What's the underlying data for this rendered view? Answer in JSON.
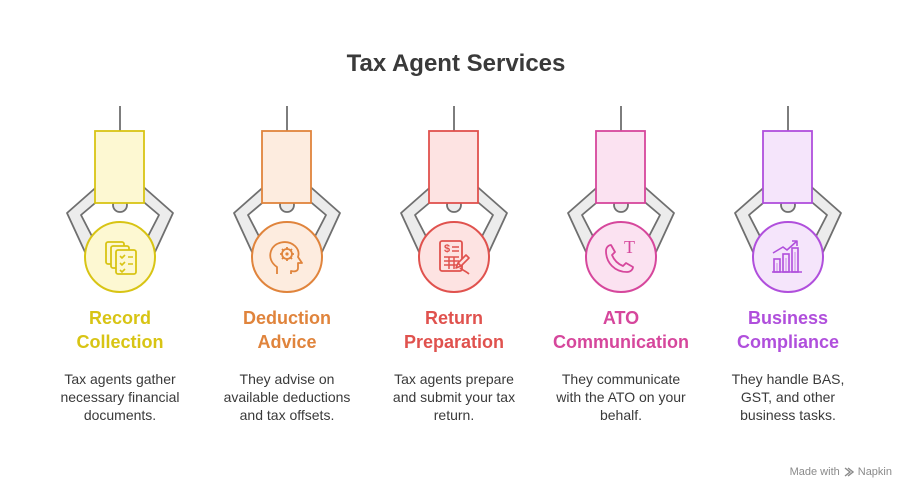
{
  "title": "Tax Agent Services",
  "footer": {
    "made_with": "Made with",
    "brand": "Napkin",
    "icon": "napkin-logo-icon"
  },
  "items": [
    {
      "heading_line1": "Record",
      "heading_line2": "Collection",
      "desc_line1": "Tax agents gather",
      "desc_line2": "necessary financial",
      "desc_line3": "documents.",
      "icon": "checklist-documents-icon",
      "color": "#d8c414",
      "fill": "#fdf8d2"
    },
    {
      "heading_line1": "Deduction",
      "heading_line2": "Advice",
      "desc_line1": "They advise on",
      "desc_line2": "available deductions",
      "desc_line3": "and tax offsets.",
      "icon": "head-gear-icon",
      "color": "#e0843c",
      "fill": "#fdecdf"
    },
    {
      "heading_line1": "Return",
      "heading_line2": "Preparation",
      "desc_line1": "Tax agents prepare",
      "desc_line2": "and submit your tax",
      "desc_line3": "return.",
      "icon": "tax-form-icon",
      "color": "#e0524e",
      "fill": "#fde3e2"
    },
    {
      "heading_line1": "ATO",
      "heading_line2": "Communication",
      "desc_line1": "They communicate",
      "desc_line2": "with the ATO on your",
      "desc_line3": "behalf.",
      "icon": "phone-icon",
      "color": "#d6479c",
      "fill": "#fbe2f1"
    },
    {
      "heading_line1": "Business",
      "heading_line2": "Compliance",
      "desc_line1": "They handle BAS,",
      "desc_line2": "GST, and other",
      "desc_line3": "business tasks.",
      "icon": "growth-chart-icon",
      "color": "#b04fdc",
      "fill": "#f5e5fb"
    }
  ]
}
